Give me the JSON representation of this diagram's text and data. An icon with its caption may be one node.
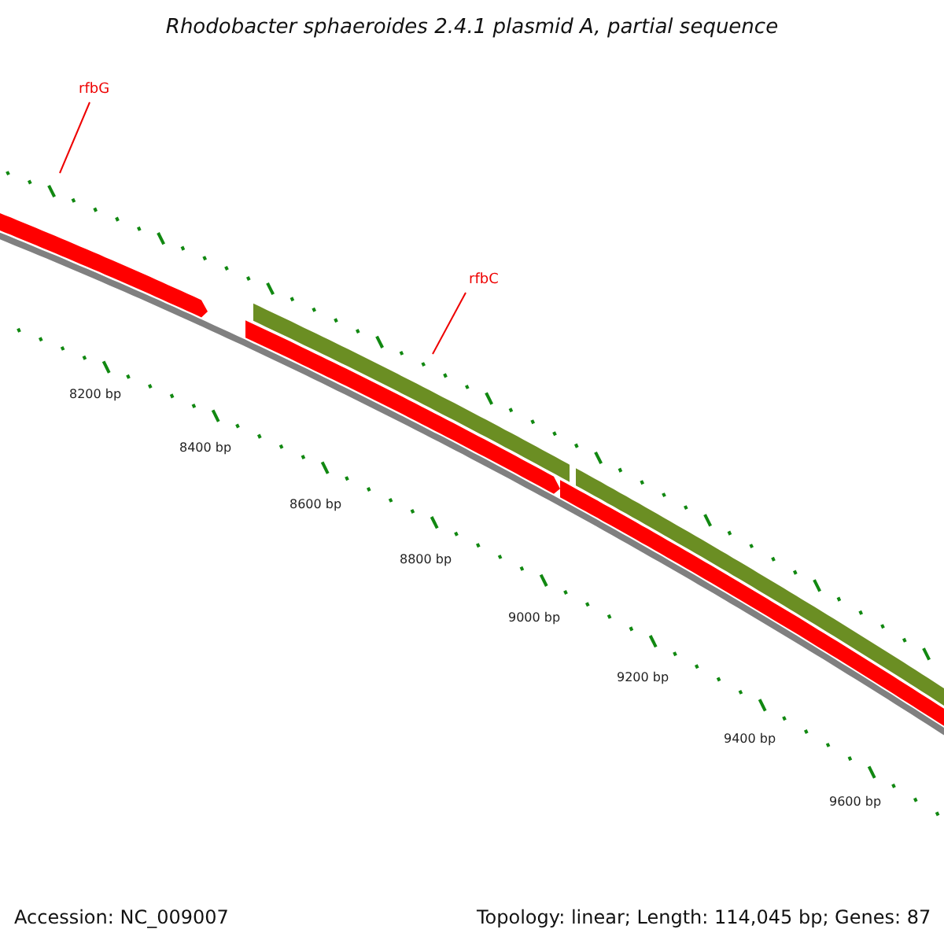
{
  "diagram": {
    "title": "Rhodobacter sphaeroides 2.4.1 plasmid A, partial sequence",
    "nodes": [
      {
        "text": [
          "rfbG"
        ]
      },
      {
        "text": [
          "rfbC"
        ]
      }
    ],
    "edges": [
      {
        "from": 0,
        "to": null,
        "arrow": "none"
      },
      {
        "from": 1,
        "to": null,
        "arrow": "none"
      }
    ],
    "labels": [
      "8200 bp",
      "8400 bp",
      "8600 bp",
      "8800 bp",
      "9000 bp",
      "9200 bp",
      "9400 bp",
      "9600 bp",
      "Accession: NC_009007",
      "Topology: linear; Length: 114,045 bp; Genes: 87"
    ]
  }
}
